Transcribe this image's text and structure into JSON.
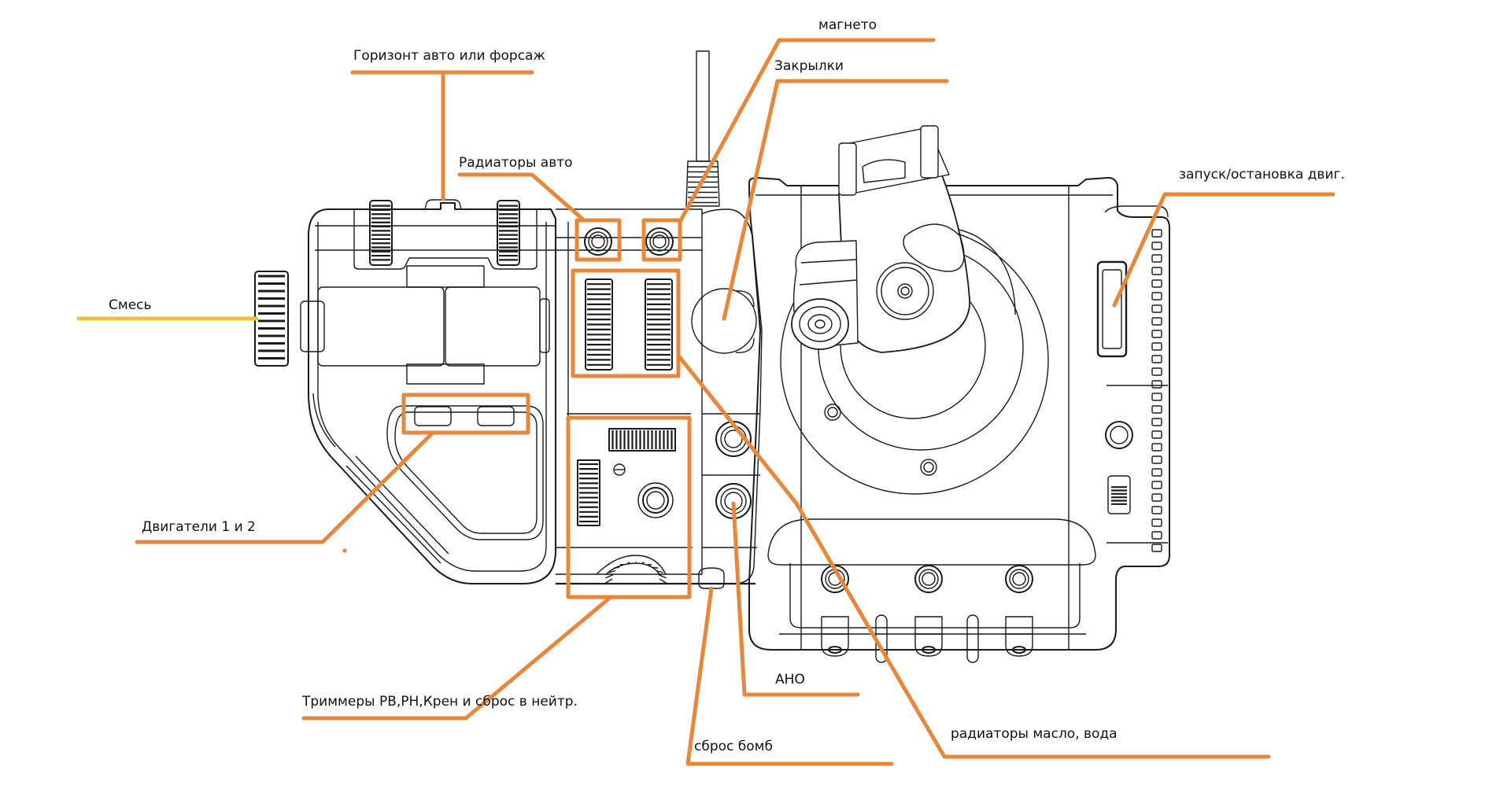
{
  "diagram": {
    "title": "Схема органов управления (панель РУД / джойстик)",
    "accent_color": "#E8873A",
    "mixture_line_color": "#E8C43A",
    "line_color": "#1a1a1a",
    "labels": [
      {
        "id": "mixture",
        "text": "Смесь"
      },
      {
        "id": "horizon",
        "text": "Горизонт авто или форсаж"
      },
      {
        "id": "radiators-auto",
        "text": "Радиаторы авто"
      },
      {
        "id": "magneto",
        "text": "магнето"
      },
      {
        "id": "flaps",
        "text": "Закрылки"
      },
      {
        "id": "engine-start",
        "text": "запуск/остановка двиг."
      },
      {
        "id": "engines",
        "text": "Двигатели 1 и 2"
      },
      {
        "id": "trimmers",
        "text": "Триммеры РВ,РН,Крен  и сброс в нейтр."
      },
      {
        "id": "ano",
        "text": "АНО"
      },
      {
        "id": "bomb-drop",
        "text": "сброс бомб"
      },
      {
        "id": "radiators-oil-water",
        "text": "радиаторы масло, вода"
      }
    ]
  }
}
